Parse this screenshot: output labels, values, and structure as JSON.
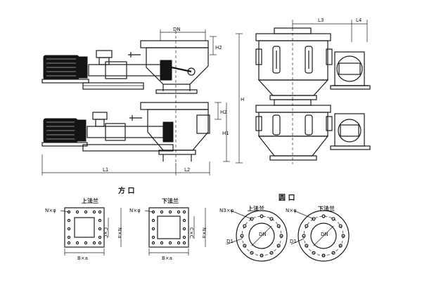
{
  "labels": {
    "dimensions": {
      "DN": "DN",
      "H2_top": "H2",
      "H2_bottom": "H2",
      "H": "H",
      "H1": "H1",
      "L1": "L1",
      "L2": "L2",
      "L3": "L3",
      "L4": "L4"
    },
    "flange_square": {
      "title": "方 口",
      "upper_flange": "上法兰",
      "lower_flange": "下法兰",
      "n_phi_left": "N×φ",
      "n_phi_right": "N×φ",
      "c_c_left": "C×C",
      "c_c_right": "C×C",
      "n_a_left": "N×a",
      "n_a_right": "N×a",
      "b_a_left": "B×a",
      "b_a_right": "B×a"
    },
    "flange_round": {
      "title": "圆 口",
      "upper_flange": "上法兰",
      "lower_flange": "下法兰",
      "n_phi_left": "N3×φ",
      "n_phi_right": "N×φ",
      "d1_left": "D1",
      "d1_right": "D1",
      "dn_left": "DN",
      "dn_right": "DN"
    }
  }
}
